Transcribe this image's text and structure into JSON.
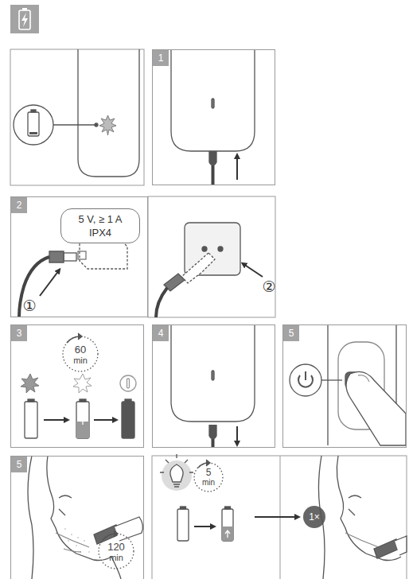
{
  "diagram": {
    "nodes": [
      {
        "text": [
          "1"
        ]
      },
      {
        "text": [
          "2"
        ]
      },
      {
        "text": [
          "5 V, ≥ 1 A IPX4"
        ],
        "in": 1
      },
      {
        "text": [
          "3"
        ]
      },
      {
        "text": [
          "4"
        ]
      },
      {
        "text": [
          "5"
        ]
      },
      {
        "text": [
          "5"
        ]
      }
    ],
    "labels": [
      "①",
      "②",
      "60",
      "min",
      "120",
      "min",
      "5",
      "min",
      "1×"
    ]
  }
}
